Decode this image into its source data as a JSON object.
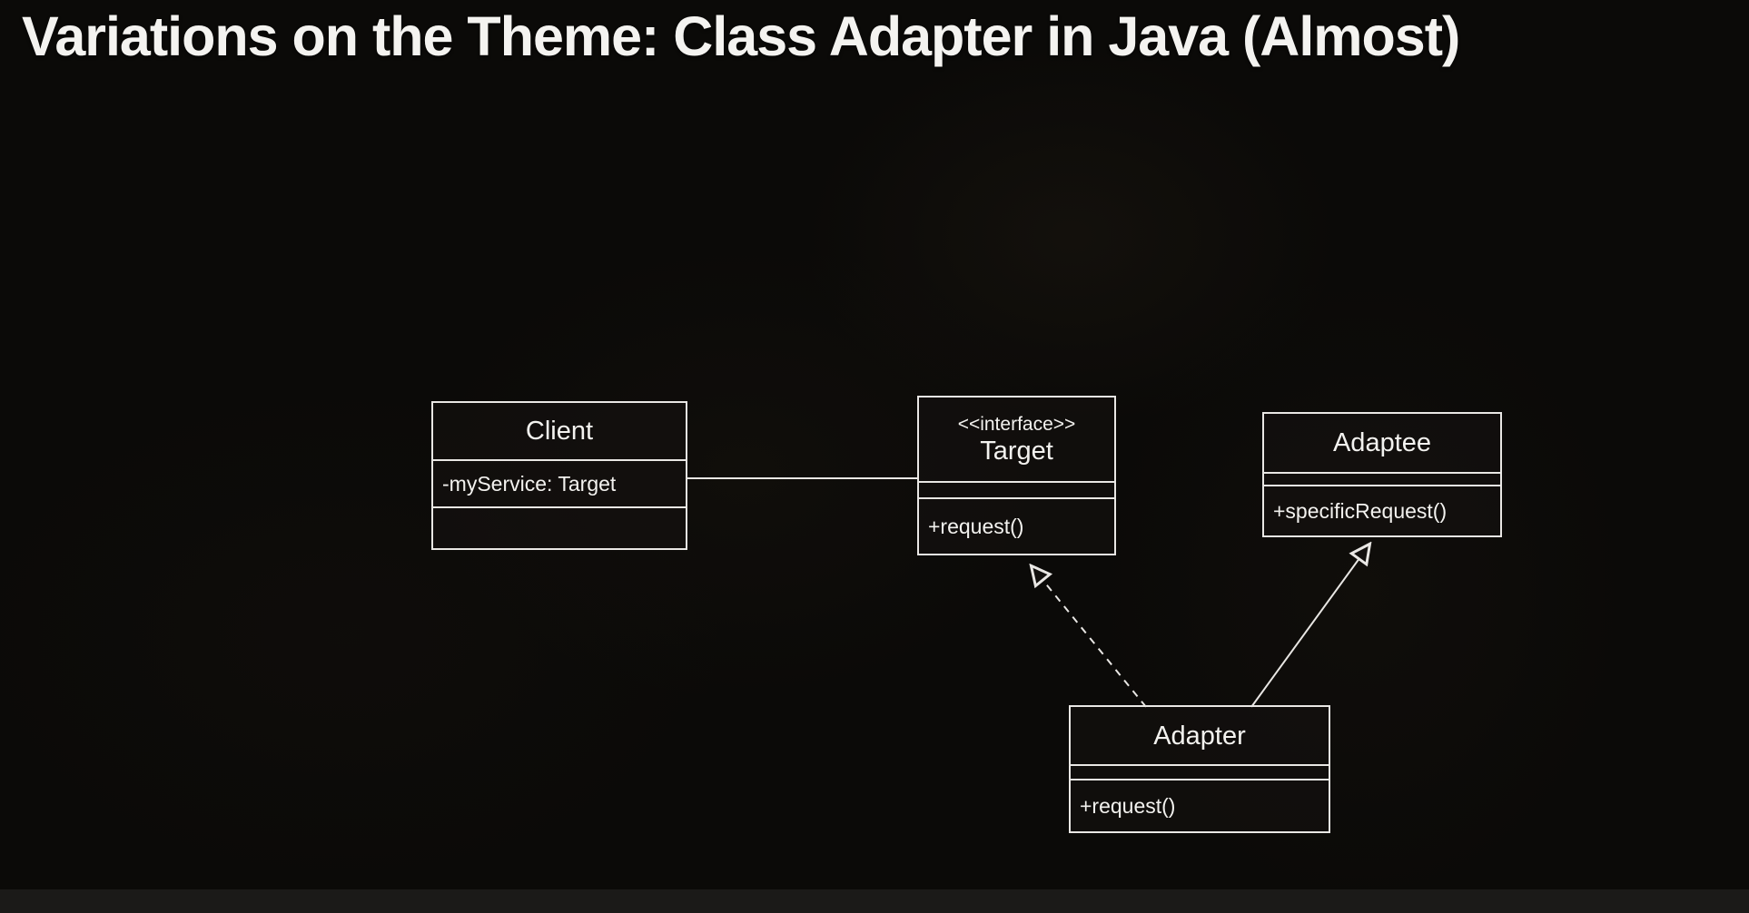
{
  "slide": {
    "title": "Variations on the Theme: Class Adapter in Java (Almost)"
  },
  "diagram": {
    "boxes": {
      "client": {
        "title": "Client",
        "attribute": "-myService: Target"
      },
      "target": {
        "stereotype": "<<interface>>",
        "title": "Target",
        "method": "+request()"
      },
      "adaptee": {
        "title": "Adaptee",
        "method": "+specificRequest()"
      },
      "adapter": {
        "title": "Adapter",
        "method": "+request()"
      }
    },
    "relations": [
      {
        "from": "Client",
        "to": "Target",
        "type": "association",
        "line": "solid",
        "arrowhead": "none"
      },
      {
        "from": "Adapter",
        "to": "Target",
        "type": "realization",
        "line": "dashed",
        "arrowhead": "triangle"
      },
      {
        "from": "Adapter",
        "to": "Adaptee",
        "type": "generalization",
        "line": "solid",
        "arrowhead": "triangle"
      }
    ],
    "colors": {
      "background": "#0b0a08",
      "line": "#e9e7e4",
      "text": "#f3f2ef"
    }
  }
}
